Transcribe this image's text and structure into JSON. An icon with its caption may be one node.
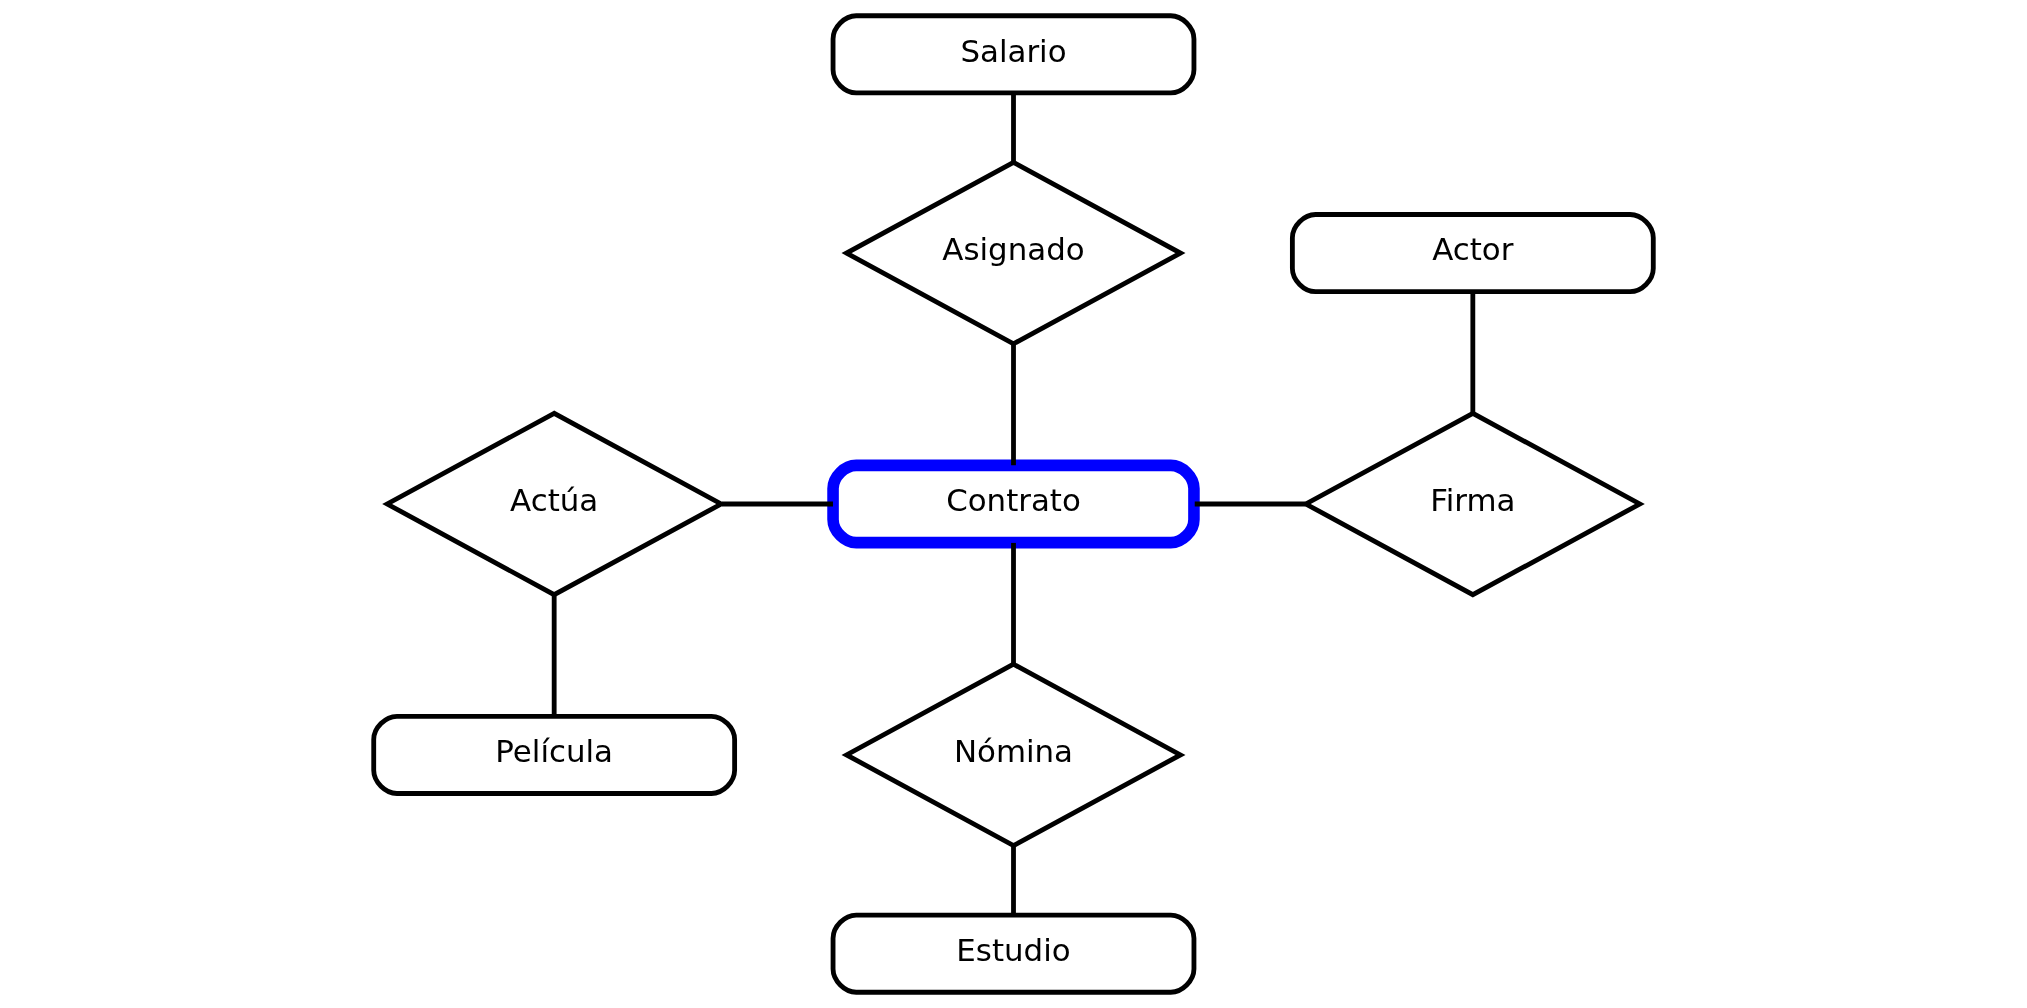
{
  "diagram": {
    "nodes": [
      {
        "text": [
          "Salario"
        ]
      },
      {
        "text": [
          "Asignado"
        ]
      },
      {
        "text": [
          "Actor"
        ]
      },
      {
        "text": [
          "Actúa"
        ]
      },
      {
        "text": [
          "Contrato"
        ]
      },
      {
        "text": [
          "Firma"
        ]
      },
      {
        "text": [
          "Película"
        ]
      },
      {
        "text": [
          "Nómina"
        ]
      },
      {
        "text": [
          "Estudio"
        ]
      }
    ],
    "edges": [
      {
        "from": 0,
        "to": 1,
        "arrow": "none"
      },
      {
        "from": 1,
        "to": 4,
        "arrow": "none"
      },
      {
        "from": 2,
        "to": 5,
        "arrow": "none"
      },
      {
        "from": 3,
        "to": 4,
        "arrow": "none"
      },
      {
        "from": 4,
        "to": 5,
        "arrow": "none"
      },
      {
        "from": 3,
        "to": 6,
        "arrow": "none"
      },
      {
        "from": 4,
        "to": 7,
        "arrow": "none"
      },
      {
        "from": 7,
        "to": 8,
        "arrow": "none"
      }
    ]
  }
}
